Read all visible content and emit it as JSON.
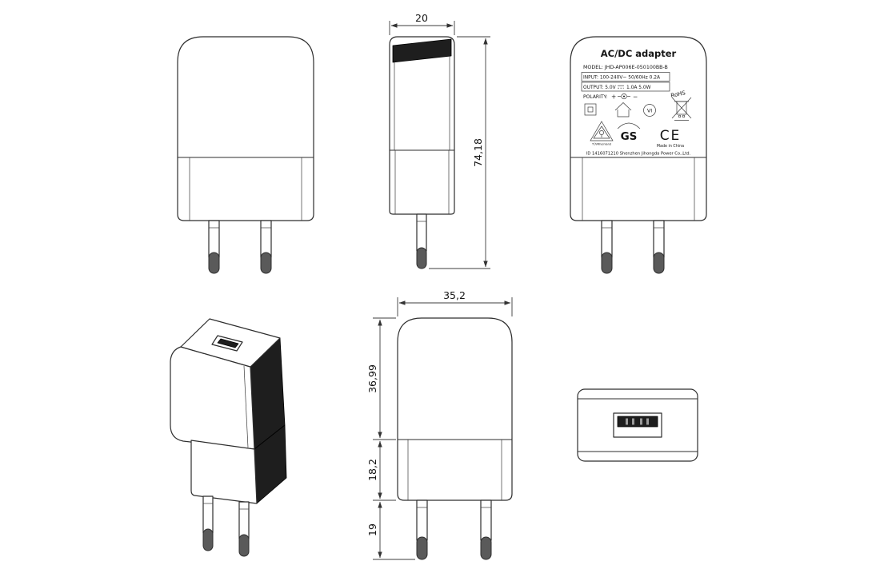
{
  "dims": {
    "side_width": "20",
    "overall_height": "74,18",
    "front_width": "35,2",
    "upper_body_height": "36,99",
    "lower_body_height": "18,2",
    "pin_length": "19"
  },
  "label": {
    "title": "AC/DC  adapter",
    "model": "MODEL: JHD-AP006E-050100BB-B",
    "input": "INPUT: 100-240V~ 50/60Hz  0.2A",
    "output_prefix": "OUTPUT: 5.0V",
    "output_suffix": "1.0A 5.0W",
    "polarity": "POLARITY:",
    "polarity_plus": "+",
    "polarity_minus": "−",
    "rohs": "RoHS",
    "efficiency_mark": "VI",
    "tuv_mark": "TÜVRheinland",
    "gs_mark": "GS",
    "ce_mark": "CE",
    "made_in": "Made in China",
    "company": "ID 1416071210 Shenzhen Jihongda Power Co.,Ltd."
  },
  "icons": {
    "class2": "double-square-class-II-icon",
    "indoor": "indoor-use-house-icon",
    "weee": "crossed-out-bin-icon",
    "efficiency": "efficiency-level-VI-icon",
    "dc_plug": "dc-polarity-barrel-icon",
    "dc_symbol": "dc-voltage-symbol",
    "usb": "usb-port"
  }
}
